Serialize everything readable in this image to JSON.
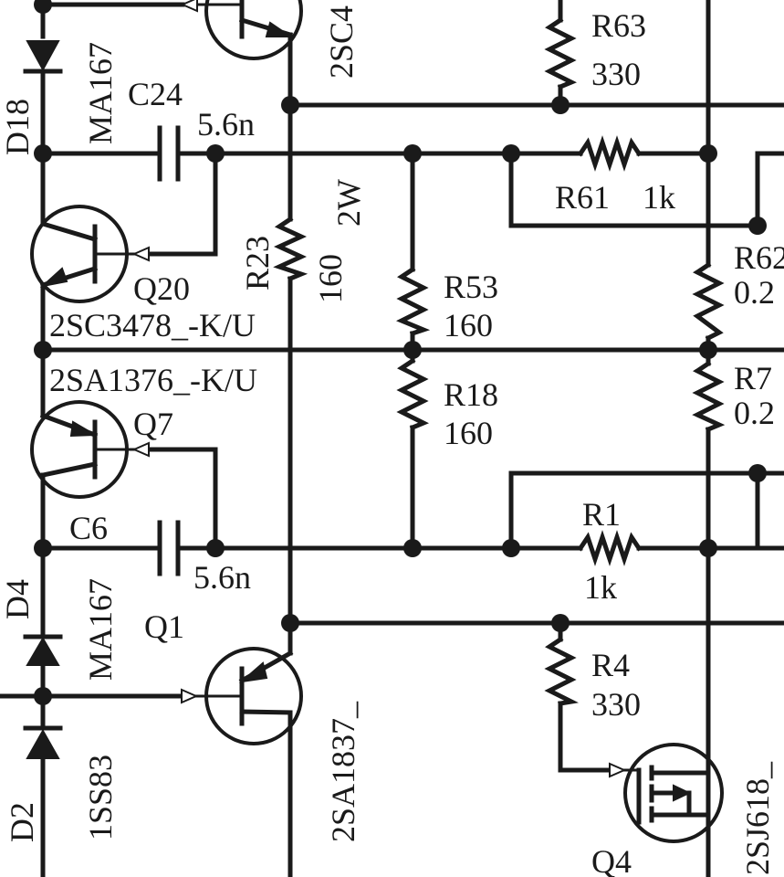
{
  "components": {
    "c24": {
      "ref": "C24",
      "value": "5.6n"
    },
    "c6": {
      "ref": "C6",
      "value": "5.6n"
    },
    "d18": {
      "ref": "D18",
      "part": "MA167"
    },
    "d4": {
      "ref": "D4",
      "part": "MA167"
    },
    "d2": {
      "ref": "D2",
      "part": "1SS83"
    },
    "q20": {
      "ref": "Q20",
      "part": "2SC3478_-K/U"
    },
    "q7": {
      "ref": "Q7",
      "part": "2SA1376_-K/U"
    },
    "q1": {
      "ref": "Q1",
      "part": "2SA1837_"
    },
    "q4": {
      "ref": "Q4",
      "part": "2SJ618_"
    },
    "q_top": {
      "part": "2SC4"
    },
    "r23": {
      "ref": "R23",
      "value": "160",
      "power": "2W"
    },
    "r53": {
      "ref": "R53",
      "value": "160"
    },
    "r18": {
      "ref": "R18",
      "value": "160"
    },
    "r63": {
      "ref": "R63",
      "value": "330"
    },
    "r4": {
      "ref": "R4",
      "value": "330"
    },
    "r61": {
      "ref": "R61",
      "value": "1k"
    },
    "r1": {
      "ref": "R1",
      "value": "1k"
    },
    "r62": {
      "ref": "R62",
      "value": "0.2"
    },
    "r7": {
      "ref": "R7",
      "value": "0.2"
    }
  }
}
